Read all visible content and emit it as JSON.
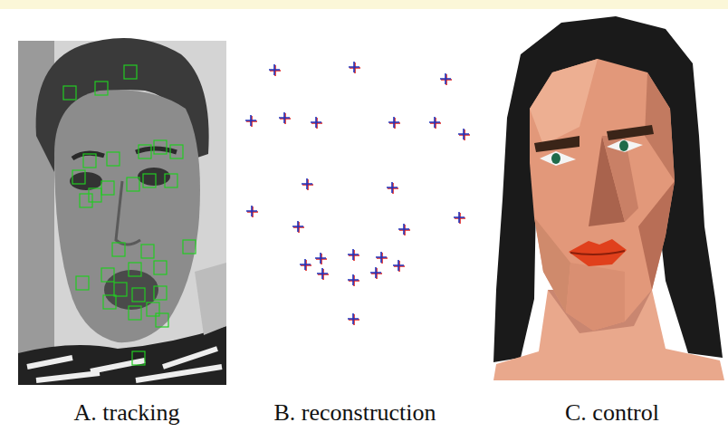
{
  "diagram": {
    "labels": [
      "A. tracking",
      "B. reconstruction",
      "C. control"
    ]
  }
}
